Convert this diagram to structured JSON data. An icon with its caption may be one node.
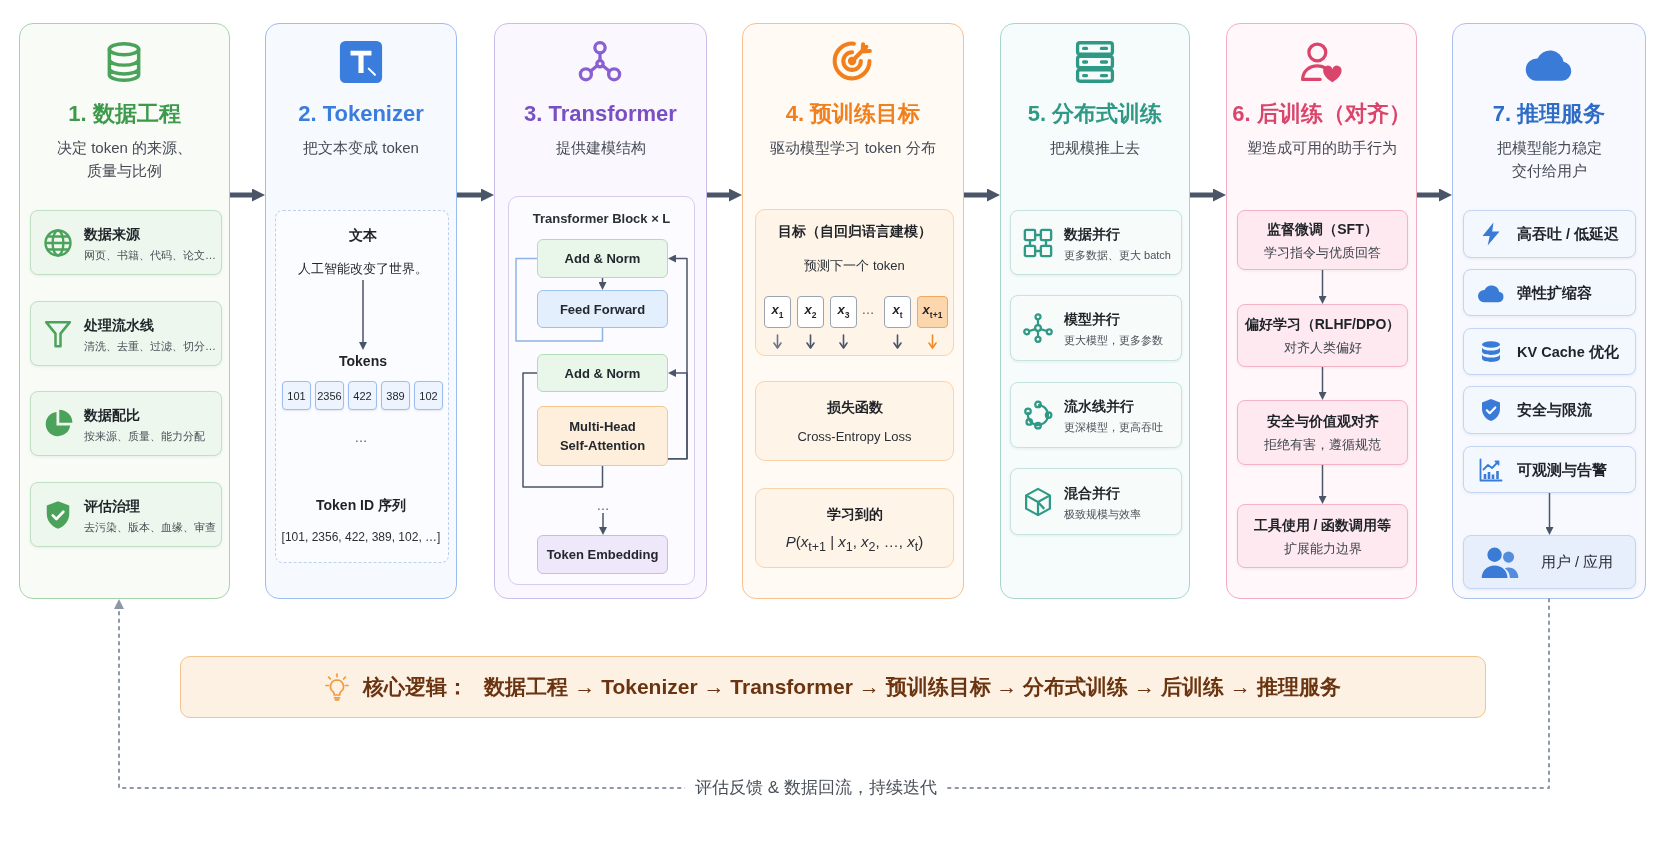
{
  "diagram": {
    "nodes": [
      {
        "text": [
          "1. 数据工程",
          "决定 token 的来源、质量与比例"
        ]
      },
      {
        "text": [
          "数据来源",
          "网页、书籍、代码、论文…"
        ],
        "in": 0
      },
      {
        "text": [
          "处理流水线",
          "清洗、去重、过滤、切分…"
        ],
        "in": 0
      },
      {
        "text": [
          "数据配比",
          "按来源、质量、能力分配"
        ],
        "in": 0
      },
      {
        "text": [
          "评估治理",
          "去污染、版本、血缘、审查"
        ],
        "in": 0
      },
      {
        "text": [
          "2. Tokenizer",
          "把文本变成 token"
        ]
      },
      {
        "text": [],
        "shape": "box",
        "in": 5
      },
      {
        "text": [
          "文本",
          "人工智能改变了世界。"
        ],
        "in": 6
      },
      {
        "text": [
          "Tokens"
        ],
        "in": 6
      },
      {
        "text": [
          "101"
        ],
        "in": 6
      },
      {
        "text": [
          "2356"
        ],
        "in": 6
      },
      {
        "text": [
          "422"
        ],
        "in": 6
      },
      {
        "text": [
          "389"
        ],
        "in": 6
      },
      {
        "text": [
          "102"
        ],
        "in": 6
      },
      {
        "text": [
          "3. Transformer",
          "提供建模结构"
        ]
      },
      {
        "text": [
          "Transformer Block × L"
        ],
        "in": 14
      },
      {
        "text": [
          "Add & Norm"
        ],
        "in": 15
      },
      {
        "text": [
          "Feed Forward"
        ],
        "in": 15
      },
      {
        "text": [
          "Add & Norm"
        ],
        "in": 15
      },
      {
        "text": [
          "Multi-Head Self-Attention"
        ],
        "in": 15
      },
      {
        "text": [
          "…"
        ],
        "in": 15
      },
      {
        "text": [
          "Token Embedding"
        ],
        "in": 15
      },
      {
        "text": [
          "4. 预训练目标",
          "驱动模型学习 token 分布"
        ]
      },
      {
        "text": [
          "目标（自回归语言建模）",
          "预测下一个 token"
        ],
        "in": 22
      },
      {
        "text": [
          "*x*$_{1}$"
        ],
        "in": 23
      },
      {
        "text": [
          "*x*$_{2}$"
        ],
        "in": 23
      },
      {
        "text": [
          "*x*$_{3}$"
        ],
        "in": 23
      },
      {
        "text": [
          "*x*$_{t}$"
        ],
        "in": 23
      },
      {
        "text": [
          "*x*$_{t+1}$"
        ],
        "in": 23
      },
      {
        "text": [
          "损失函数",
          "Cross-Entropy Loss"
        ],
        "in": 22
      },
      {
        "text": [
          "学习到的",
          "*P*(*x*$_{t+1}$ | *x*$_{1}$, *x*$_{2}$, …, *x*$_{t}$)"
        ],
        "in": 22
      },
      {
        "text": [
          "5. 分布式训练",
          "把规模推上去"
        ]
      },
      {
        "text": [
          "数据并行",
          "更多数据、更大 batch"
        ],
        "in": 31
      },
      {
        "text": [
          "模型并行",
          "更大模型，更多参数"
        ],
        "in": 31
      },
      {
        "text": [
          "流水线并行",
          "更深模型，更高吞吐"
        ],
        "in": 31
      },
      {
        "text": [
          "混合并行",
          "极致规模与效率"
        ],
        "in": 31
      },
      {
        "text": [
          "6. 后训练（对齐）",
          "塑造成可用的助手行为"
        ]
      },
      {
        "text": [
          "监督微调（SFT）",
          "学习指令与优质回答"
        ],
        "in": 36
      },
      {
        "text": [
          "偏好学习（RLHF/DPO）",
          "对齐人类偏好"
        ],
        "in": 36
      },
      {
        "text": [
          "安全与价值观对齐",
          "拒绝有害，遵循规范"
        ],
        "in": 36
      },
      {
        "text": [
          "工具使用 / 函数调用等",
          "扩展能力边界"
        ],
        "in": 36
      },
      {
        "text": [
          "7. 推理服务",
          "把模型能力稳定交付给用户"
        ]
      },
      {
        "text": [
          "高吞吐 / 低延迟"
        ],
        "in": 41
      },
      {
        "text": [
          "弹性扩缩容"
        ],
        "in": 41
      },
      {
        "text": [
          "KV Cache 优化"
        ],
        "in": 41
      },
      {
        "text": [
          "安全与限流"
        ],
        "in": 41
      },
      {
        "text": [
          "可观测与告警"
        ],
        "in": 41
      },
      {
        "text": [
          "用户 / 应用"
        ],
        "in": 41
      },
      {
        "text": [
          "核心逻辑：",
          "数据工程 → Tokenizer → Transformer → 预训练目标 → 分布式训练 → 后训练 → 推理服务"
        ]
      }
    ],
    "edges": [
      {
        "from": 0,
        "to": 5,
        "arrow": "to",
        "style": "thick"
      },
      {
        "from": 5,
        "to": 14,
        "arrow": "to",
        "style": "thick"
      },
      {
        "from": 14,
        "to": 22,
        "arrow": "to",
        "style": "thick"
      },
      {
        "from": 22,
        "to": 31,
        "arrow": "to",
        "style": "thick"
      },
      {
        "from": 31,
        "to": 36,
        "arrow": "to",
        "style": "thick"
      },
      {
        "from": 36,
        "to": 41,
        "arrow": "to",
        "style": "thick"
      },
      {
        "from": 7,
        "to": 8,
        "arrow": "to"
      },
      {
        "from": 16,
        "to": 17,
        "arrow": "to"
      },
      {
        "from": 19,
        "to": 18,
        "arrow": "to"
      },
      {
        "from": 19,
        "to": 16,
        "arrow": "to"
      },
      {
        "from": 19,
        "to": 18,
        "arrow": "none"
      },
      {
        "from": 17,
        "to": 16,
        "arrow": "none",
        "color": "#8fb4e3"
      },
      {
        "from": 20,
        "to": 21,
        "arrow": "to"
      },
      {
        "from": 37,
        "to": 38,
        "arrow": "to"
      },
      {
        "from": 38,
        "to": 39,
        "arrow": "to"
      },
      {
        "from": 39,
        "to": 40,
        "arrow": "to"
      },
      {
        "from": 46,
        "to": 47,
        "arrow": "to"
      },
      {
        "from": 41,
        "to": 0,
        "arrow": "to",
        "label": "评估反馈 & 数据回流，持续迭代",
        "style": "dashed",
        "color": "#8e97a9"
      }
    ],
    "labels": [
      "…",
      "Token ID 序列",
      "[101, 2356, 422, 389, 102, …]",
      "…"
    ]
  }
}
